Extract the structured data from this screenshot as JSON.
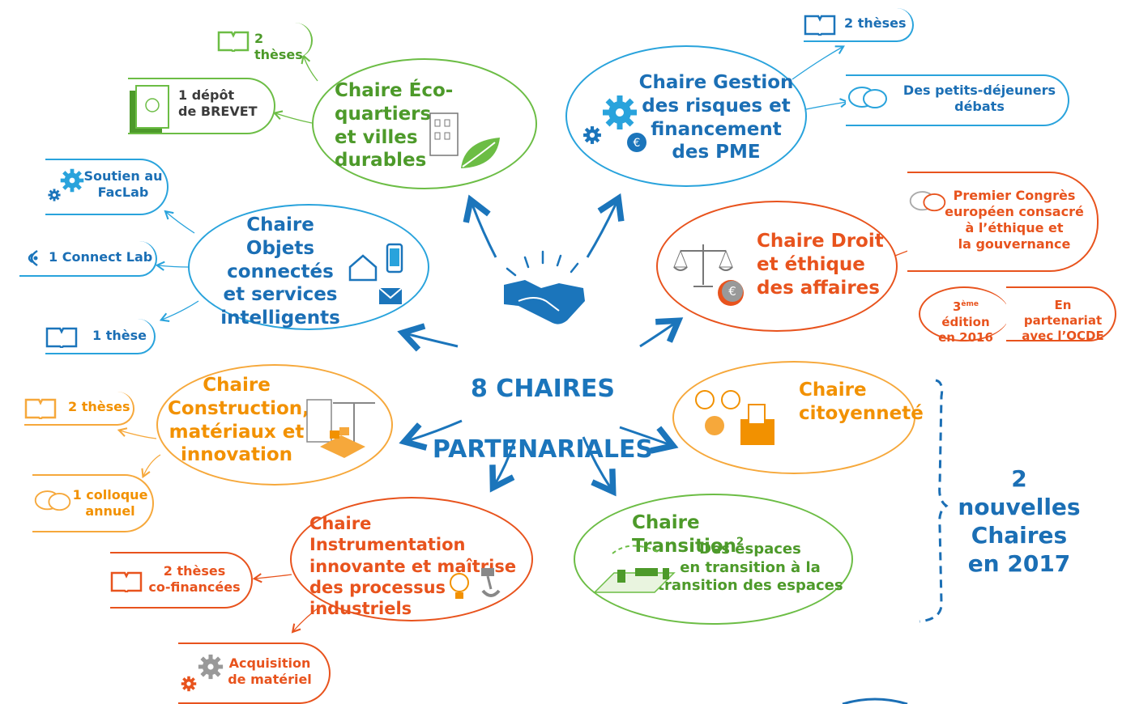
{
  "center": {
    "line1": "8 CHAIRES",
    "line2": "PARTENARIALES"
  },
  "chaires": {
    "eco": "Chaire Éco-quartiers\net villes\ndurables",
    "gestion": "Chaire Gestion\ndes risques et\nfinancement\ndes PME",
    "objets": "Chaire\nObjets connectés\net services\nintelligents",
    "droit": "Chaire Droit\net éthique\ndes affaires",
    "construction": "Chaire\nConstruction,\nmatériaux et\ninnovation",
    "citoyennete": "Chaire\ncitoyenneté",
    "instrumentation": "Chaire Instrumentation\ninnovante et maîtrise\ndes processus\nindustriels",
    "transition_title": "Chaire Transition",
    "transition_sup": "2",
    "transition_body": "Des espaces\nen transition à la\ntransition des espaces"
  },
  "outcomes": {
    "eco_theses": "2 thèses",
    "eco_brevet": "1 dépôt\nde BREVET",
    "gestion_theses": "2 thèses",
    "gestion_petits_dej": "Des petits-déjeuners\ndébats",
    "objets_faclab": "Soutien au\nFacLab",
    "objets_connectlab": "1 Connect Lab",
    "objets_these": "1 thèse",
    "droit_congres": "Premier Congrès\neuropéen consacré\nà l’éthique et\nla gouvernance",
    "droit_edition_num": "3",
    "droit_edition_sup": "ème",
    "droit_edition_rest": " édition\nen 2016",
    "droit_ocde": "En partenariat\navec l’OCDE",
    "construction_theses": "2 thèses",
    "construction_colloque": "1 colloque\nannuel",
    "instrumentation_theses": "2 thèses\nco-financées",
    "instrumentation_materiel": "Acquisition\nde matériel"
  },
  "new_chaires": "2 nouvelles\nChaires\nen 2017",
  "colors": {
    "blue": "#1b75bb",
    "light_blue": "#29a3dc",
    "green": "#6cbd45",
    "orange": "#e8531d",
    "yellow_orange": "#f6a83b"
  },
  "icons": [
    "handshake-icon",
    "book-icon",
    "patent-icon",
    "gear-icon",
    "speech-bubbles-icon",
    "wifi-icon",
    "building-icon",
    "leaf-icon",
    "scales-icon",
    "euro-icon",
    "smartphone-icon",
    "house-icon",
    "envelope-icon",
    "ballot-box-icon",
    "faces-icon",
    "crane-icon",
    "lightbulb-icon",
    "robot-arm-icon",
    "table-chairs-icon"
  ]
}
